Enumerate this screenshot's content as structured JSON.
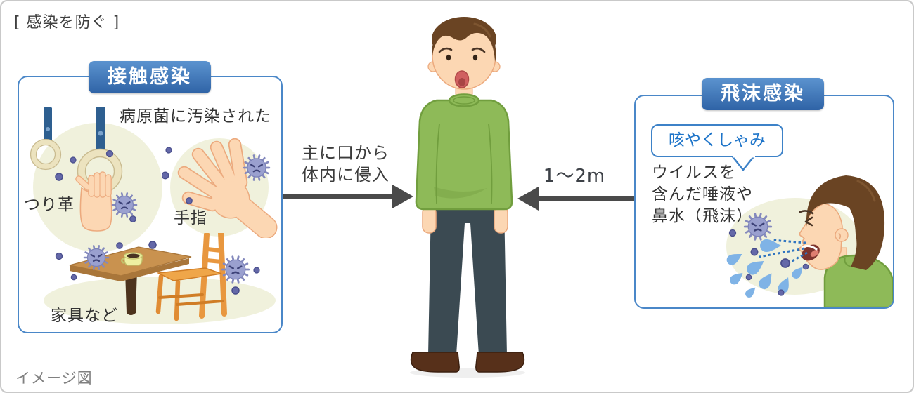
{
  "page": {
    "title": "[ 感染を防ぐ ]",
    "caption": "イメージ図"
  },
  "contact_box": {
    "header": "接触感染",
    "description": "病原菌に汚染された",
    "items": [
      {
        "label": "つり革",
        "icon": "train-strap-icon"
      },
      {
        "label": "手指",
        "icon": "hand-icon"
      },
      {
        "label": "家具など",
        "icon": "furniture-icon"
      }
    ]
  },
  "center": {
    "person_icon": "worried-standing-man-icon",
    "left_arrow": {
      "lines": [
        "主に口から",
        "体内に侵入"
      ],
      "icon": "arrow-right-icon"
    },
    "right_arrow": {
      "label": "1〜2m",
      "icon": "arrow-left-icon"
    }
  },
  "droplet_box": {
    "header": "飛沫感染",
    "bubble": "咳やくしゃみ",
    "description_lines": [
      "ウイルスを",
      "含んだ唾液や",
      "鼻水（飛沫）"
    ],
    "icon": "sneezing-man-icon"
  },
  "colors": {
    "header_blue_top": "#5b93cf",
    "header_blue_bottom": "#2f63a6",
    "box_border_blue": "#4a87c8",
    "bubble_text_blue": "#1d74c9",
    "arrow_gray": "#4a4a4a",
    "germ_purple": "#9aa0cf",
    "droplet_blue": "#7fb3e6",
    "sweater_green": "#8eba58",
    "background_blob": "#f0f1dc"
  }
}
